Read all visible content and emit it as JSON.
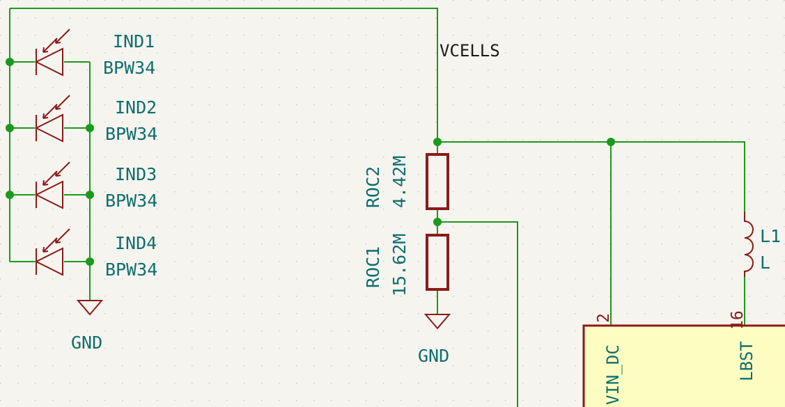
{
  "colors": {
    "background": "#f5f4ef",
    "grid": "#c8c8c0",
    "wire": "#1a9a1a",
    "junction": "#1a9a1a",
    "component": "#8b1a1a",
    "label": "#0f6e6e",
    "net_label": "#1a1a1a",
    "ic_body_fill": "#fdfdc2"
  },
  "net_labels": {
    "vcells": "VCELLS"
  },
  "photodiodes": [
    {
      "ref": "IND1",
      "value": "BPW34"
    },
    {
      "ref": "IND2",
      "value": "BPW34"
    },
    {
      "ref": "IND3",
      "value": "BPW34"
    },
    {
      "ref": "IND4",
      "value": "BPW34"
    }
  ],
  "gnd_symbols": [
    {
      "label": "GND"
    },
    {
      "label": "GND"
    }
  ],
  "resistors": [
    {
      "ref": "ROC2",
      "value": "4.42M"
    },
    {
      "ref": "ROC1",
      "value": "15.62M"
    }
  ],
  "inductor": {
    "ref": "L1",
    "value": "L"
  },
  "ic": {
    "pins": [
      {
        "number": "2",
        "name": "VIN_DC"
      },
      {
        "number": "16",
        "name": "LBST"
      }
    ]
  }
}
